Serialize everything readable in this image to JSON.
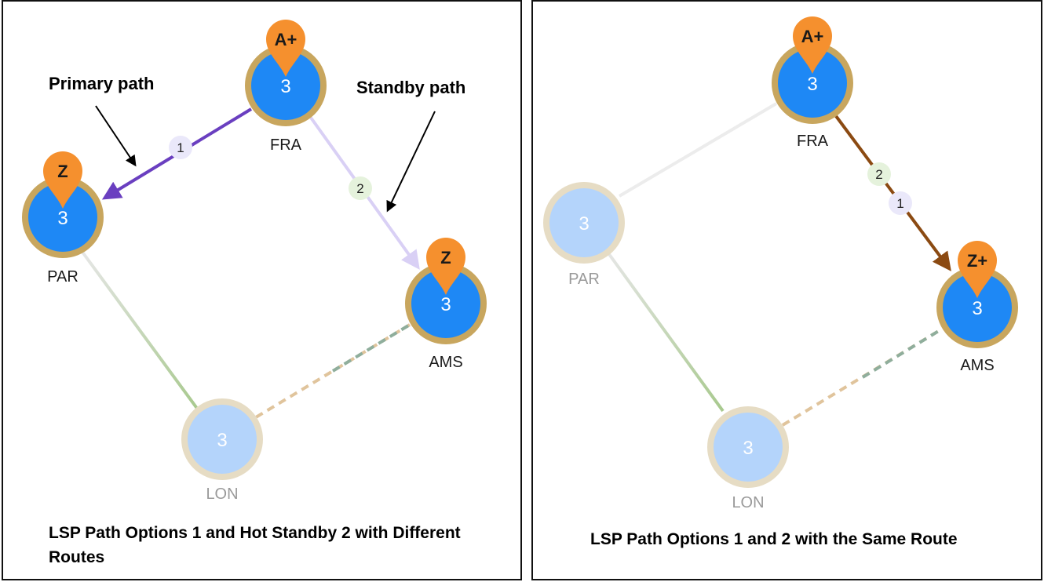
{
  "left": {
    "caption": "LSP Path Options 1 and Hot Standby 2 with Different Routes",
    "annotations": {
      "primary": "Primary path",
      "standby": "Standby path"
    },
    "nodes": {
      "fra": {
        "label": "FRA",
        "count": "3",
        "marker": "A+"
      },
      "par": {
        "label": "PAR",
        "count": "3",
        "marker": "Z"
      },
      "ams": {
        "label": "AMS",
        "count": "3",
        "marker": "Z"
      },
      "lon": {
        "label": "LON",
        "count": "3"
      }
    },
    "badges": {
      "b1": "1",
      "b2": "2"
    }
  },
  "right": {
    "caption": "LSP Path Options 1 and 2 with the Same Route",
    "nodes": {
      "fra": {
        "label": "FRA",
        "count": "3",
        "marker": "A+"
      },
      "par": {
        "label": "PAR",
        "count": "3"
      },
      "ams": {
        "label": "AMS",
        "count": "3",
        "marker": "Z+"
      },
      "lon": {
        "label": "LON",
        "count": "3"
      }
    },
    "badges": {
      "b2": "2",
      "b1": "1"
    }
  },
  "colors": {
    "node_active": "#1e88f5",
    "node_ring": "#c8a65e",
    "node_inactive": "#b4d4fb",
    "node_ring_inactive": "#e6dcc4",
    "marker": "#f5902e",
    "primary_path": "#6a3fc0",
    "standby_path": "#d9d0f5",
    "same_route_path": "#8b4a12"
  }
}
